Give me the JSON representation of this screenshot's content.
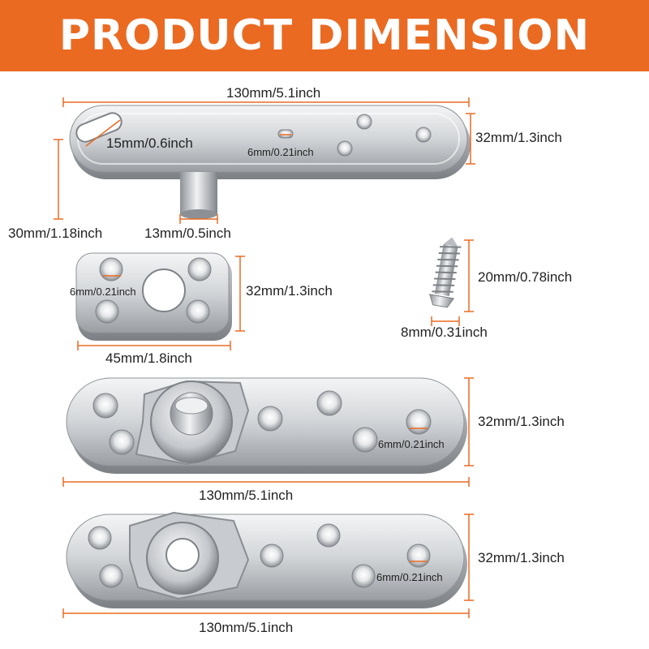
{
  "banner": {
    "title": "PRODUCT DIMENSION",
    "color": "#ea6a22"
  },
  "accent": "#ea6a22",
  "parts": {
    "pivot_pin": {
      "length": "130mm/5.1inch",
      "width": "32mm/1.3inch",
      "slot": "15mm/0.6inch",
      "hole": "6mm/0.21inch",
      "pin_height": "30mm/1.18inch",
      "pin_diameter": "13mm/0.5inch"
    },
    "small_plate": {
      "width": "32mm/1.3inch",
      "length": "45mm/1.8inch",
      "hole": "6mm/0.21inch"
    },
    "screw": {
      "length": "20mm/0.78inch",
      "head": "8mm/0.31inch"
    },
    "hinge_plate_top": {
      "length": "130mm/5.1inch",
      "width": "32mm/1.3inch",
      "hole": "6mm/0.21inch"
    },
    "hinge_plate_bottom": {
      "length": "130mm/5.1inch",
      "width": "32mm/1.3inch",
      "hole": "6mm/0.21inch"
    }
  }
}
